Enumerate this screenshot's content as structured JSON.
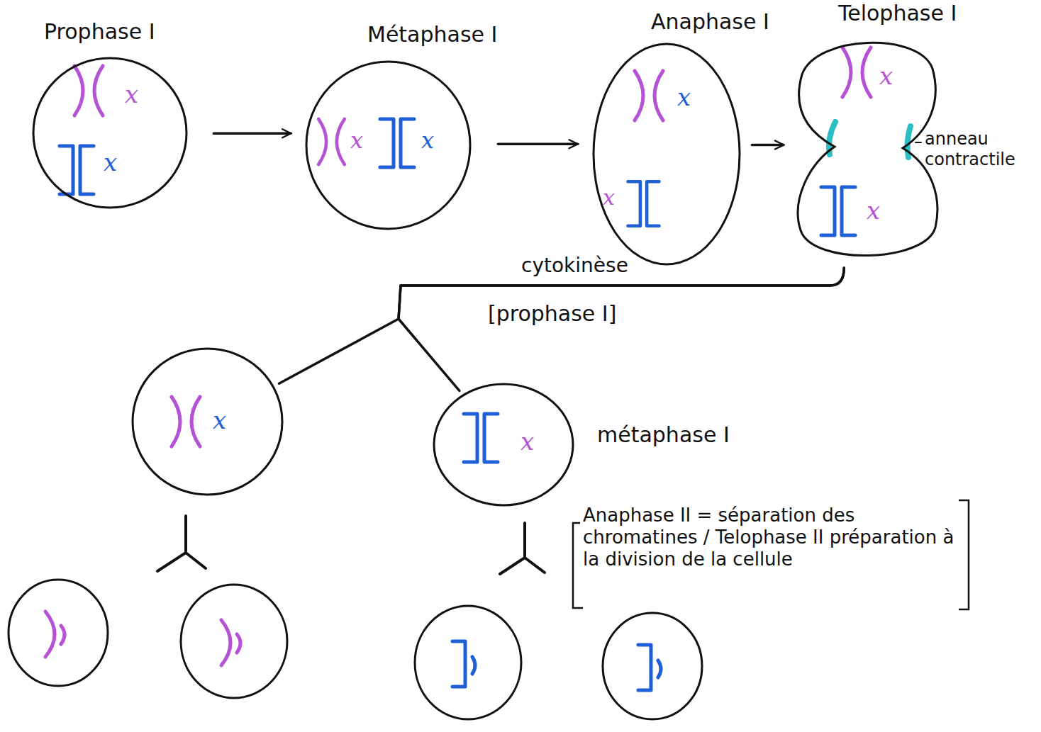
{
  "diagram": {
    "nodes": [
      {
        "text": [
          "Prophase I",
          "x",
          "x"
        ]
      },
      {
        "text": [
          "Métaphase I",
          "x",
          "x"
        ]
      },
      {
        "text": [
          "Anaphase I",
          "x",
          "x"
        ]
      },
      {
        "text": [
          "Telophase I",
          "x",
          "x"
        ]
      },
      {
        "text": [
          "x"
        ]
      },
      {
        "text": [
          "x"
        ]
      }
    ],
    "edges": [
      {
        "from": 0,
        "to": 1,
        "arrow": "to"
      },
      {
        "from": 1,
        "to": 2,
        "arrow": "to"
      },
      {
        "from": 2,
        "to": 3,
        "arrow": "to"
      },
      {
        "from": 3,
        "to": 4,
        "arrow": "none"
      },
      {
        "from": 3,
        "to": 5,
        "arrow": "none"
      }
    ],
    "labels": [
      "anneau contractile",
      "cytokinèse",
      "[prophase I]",
      "métaphase I",
      "Anaphase II = séparation des chromatines / Telophase II préparation à la division de la cellule"
    ]
  }
}
